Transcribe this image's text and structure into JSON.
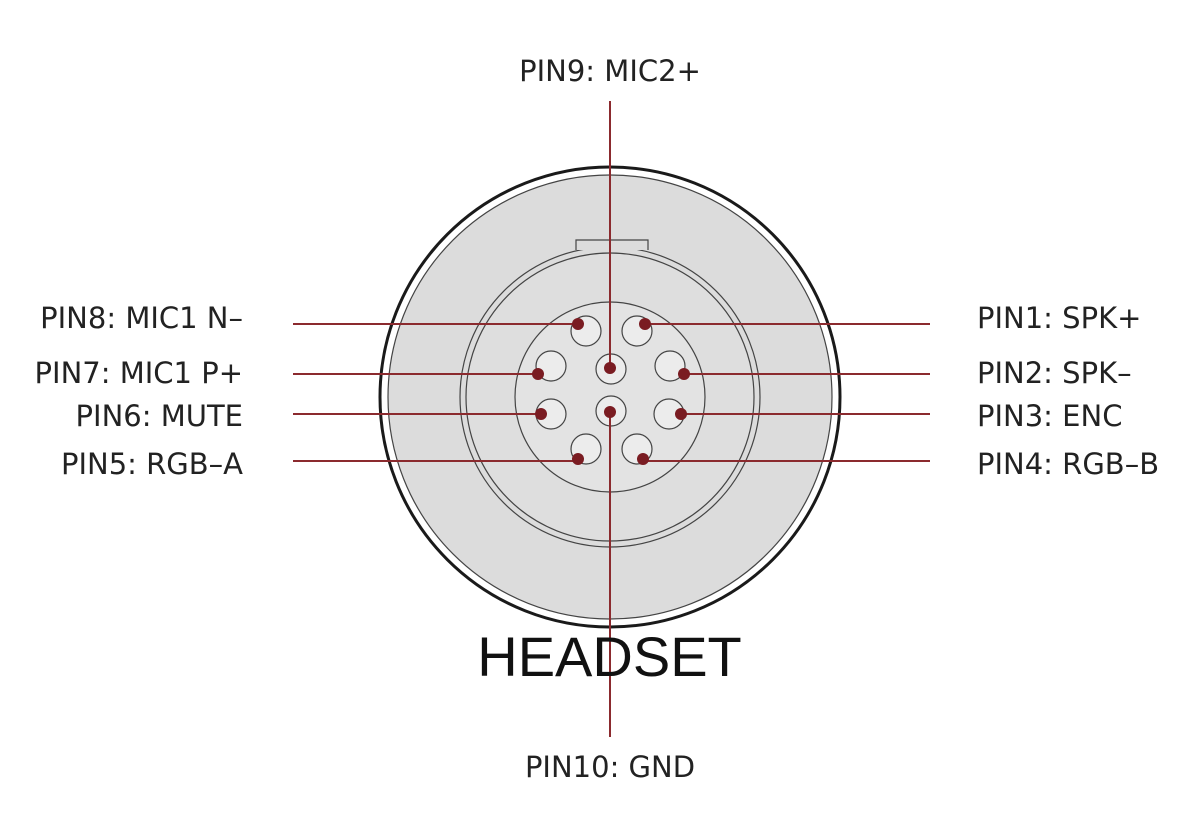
{
  "title": "HEADSET",
  "pins": [
    {
      "id": 1,
      "label": "PIN1: SPK+"
    },
    {
      "id": 2,
      "label": "PIN2: SPK–"
    },
    {
      "id": 3,
      "label": "PIN3: ENC"
    },
    {
      "id": 4,
      "label": "PIN4: RGB–B"
    },
    {
      "id": 5,
      "label": "PIN5: RGB–A"
    },
    {
      "id": 6,
      "label": "PIN6: MUTE"
    },
    {
      "id": 7,
      "label": "PIN7: MIC1 P+"
    },
    {
      "id": 8,
      "label": "PIN8: MIC1 N–"
    },
    {
      "id": 9,
      "label": "PIN9: MIC2+"
    },
    {
      "id": 10,
      "label": "PIN10: GND"
    }
  ],
  "colors": {
    "lead_line": "#8b2a2e",
    "pin_dot": "#7a1c22",
    "connector_fill": "#d9d9d9",
    "outline": "#1a1a1a"
  }
}
